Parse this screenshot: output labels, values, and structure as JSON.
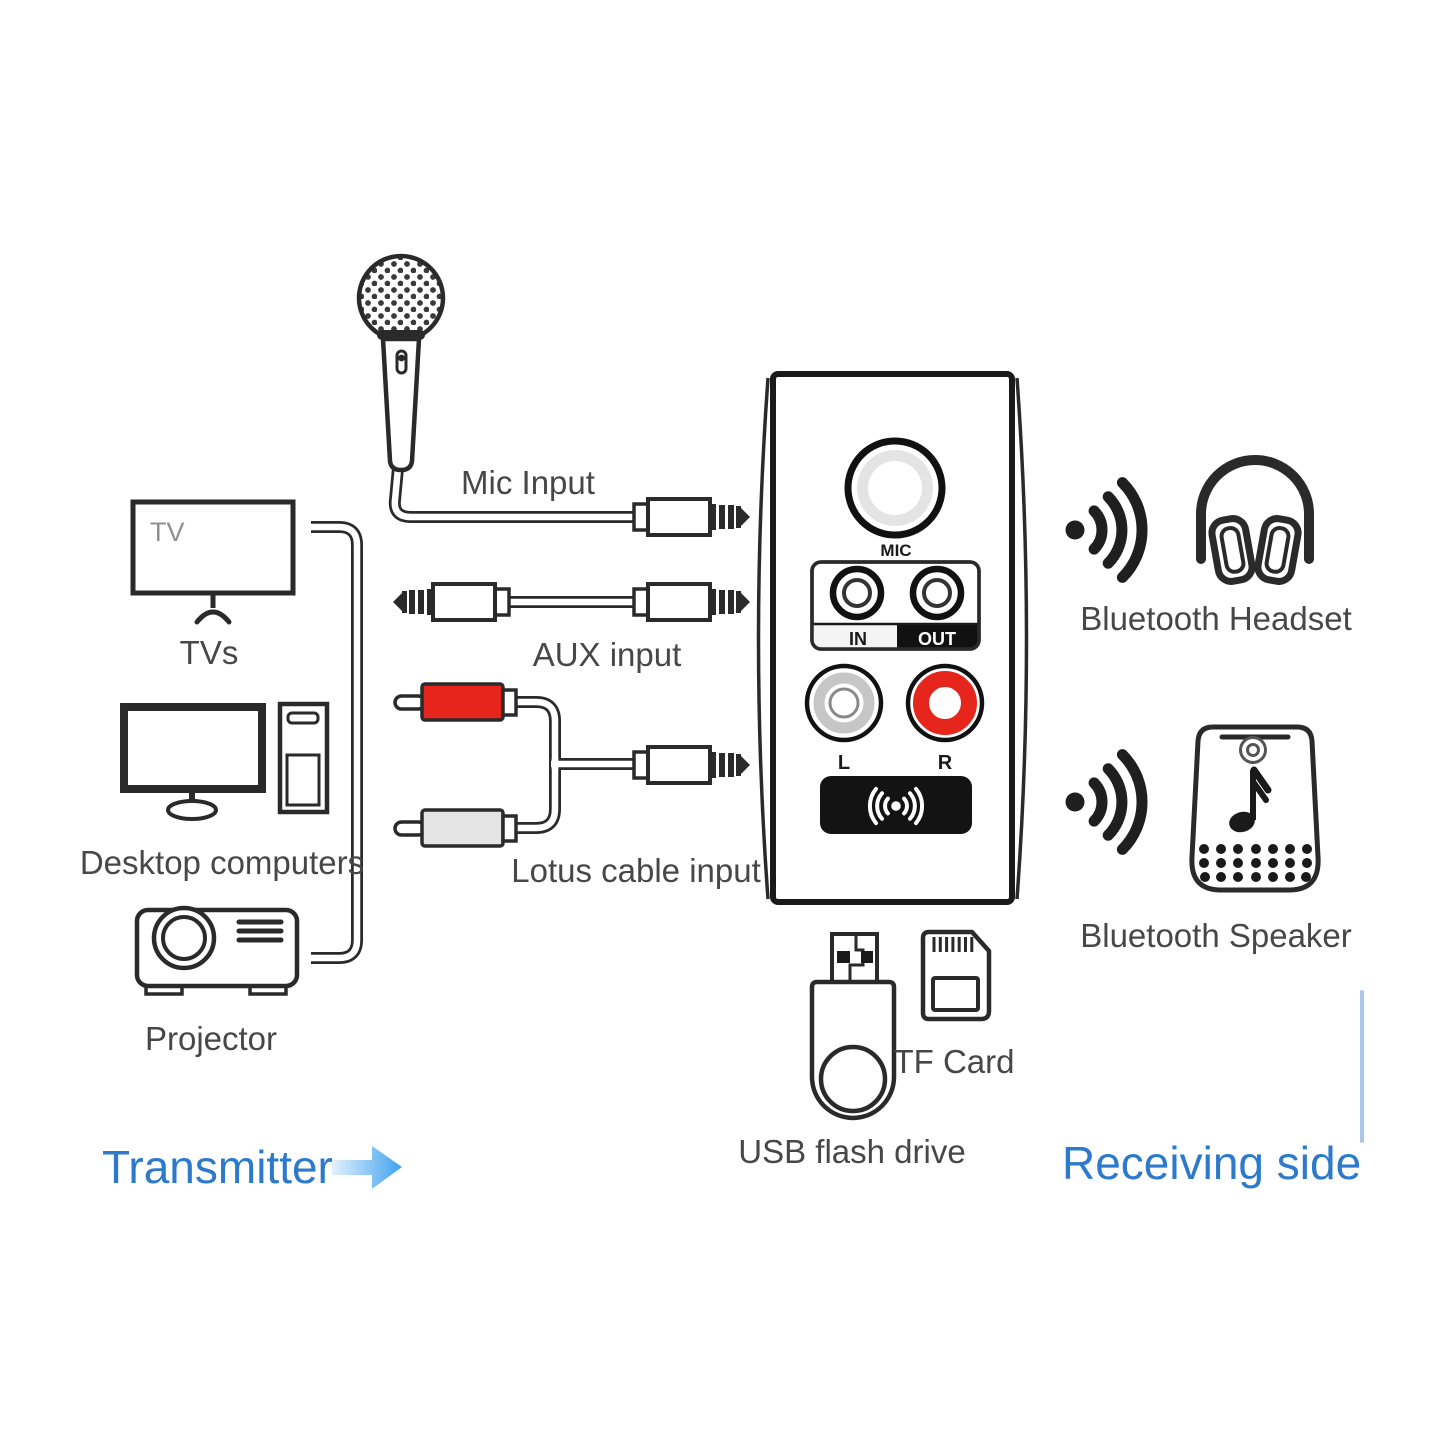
{
  "transmitter_side": {
    "heading": "Transmitter",
    "mic_label": "Mic Input",
    "tv_screen_text": "TV",
    "tvs_label": "TVs",
    "desktop_label": "Desktop computers",
    "projector_label": "Projector",
    "aux_label": "AUX input",
    "lotus_label": "Lotus cable input"
  },
  "device": {
    "knob_label": "MIC",
    "in_label": "IN",
    "out_label": "OUT",
    "left_rca_label": "L",
    "right_rca_label": "R"
  },
  "receiving_side": {
    "heading": "Receiving side",
    "headset_label": "Bluetooth Headset",
    "speaker_label": "Bluetooth Speaker",
    "tf_card_label": "TF Card",
    "usb_label": "USB flash drive"
  },
  "colors": {
    "accent_blue": "#2d79cc",
    "rca_red": "#e6251c",
    "rca_white": "#e4e4e4",
    "line_dark": "#2a2a2a",
    "arrow_gradient_start": "#e3f1fd",
    "arrow_gradient_end": "#3fa2ef",
    "scroll_line_blue": "#a9c6ea"
  }
}
